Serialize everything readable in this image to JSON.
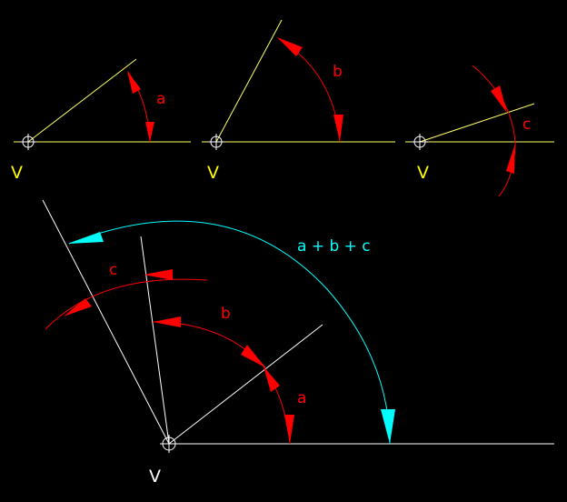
{
  "colors": {
    "background": "#000000",
    "line_yellow": "#ffff66",
    "line_white": "#ffffff",
    "arc_red": "#ff0000",
    "arc_cyan": "#00ffff",
    "label_yellow": "#ffff00",
    "label_red": "#ff0000",
    "label_cyan": "#00ffff"
  },
  "panels": {
    "panel_a": {
      "vertex_label": "V",
      "angle_label": "a"
    },
    "panel_b": {
      "vertex_label": "V",
      "angle_label": "b"
    },
    "panel_c": {
      "vertex_label": "V",
      "angle_label": "c"
    }
  },
  "combined": {
    "vertex_label": "V",
    "label_a": "a",
    "label_b": "b",
    "label_c": "c",
    "label_sum": "a + b + c"
  }
}
